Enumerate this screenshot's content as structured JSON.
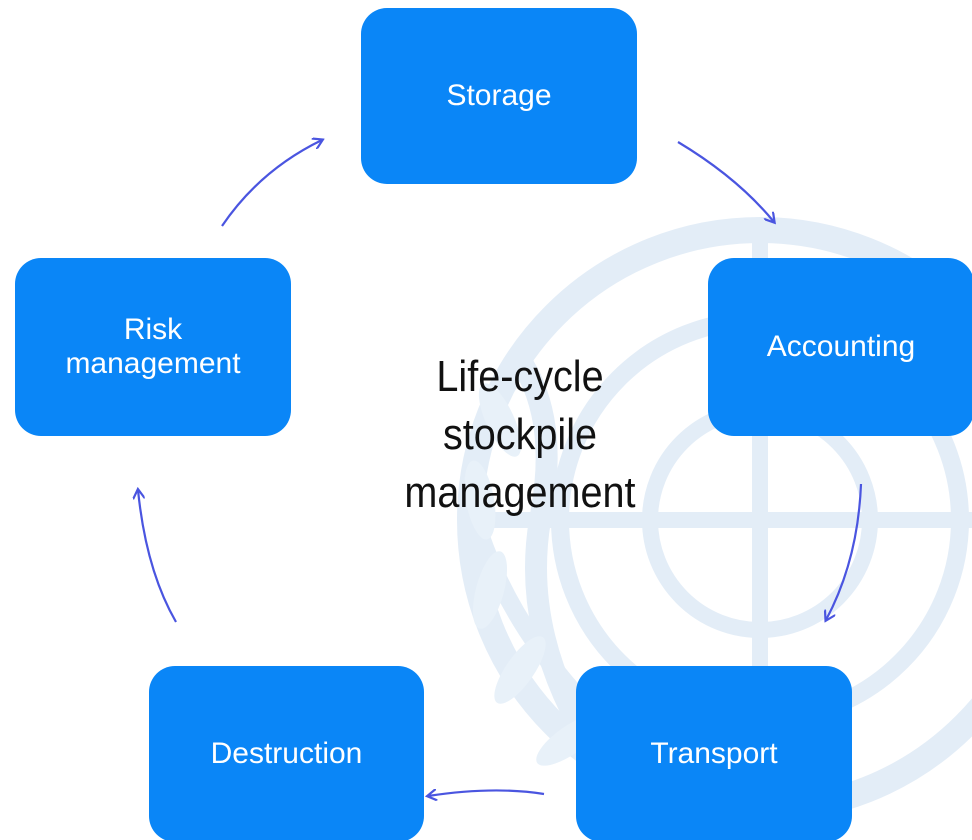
{
  "diagram": {
    "center_label": "Life-cycle\nstockpile\nmanagement",
    "colors": {
      "node_fill": "#0a86f7",
      "node_text": "#ffffff",
      "arrow": "#4a55e0",
      "watermark": "#e3edf7"
    },
    "nodes": [
      {
        "id": "storage",
        "label": "Storage"
      },
      {
        "id": "accounting",
        "label": "Accounting"
      },
      {
        "id": "transport",
        "label": "Transport"
      },
      {
        "id": "destruction",
        "label": "Destruction"
      },
      {
        "id": "risk-management",
        "label": "Risk\nmanagement"
      }
    ],
    "edges": [
      {
        "from": "storage",
        "to": "accounting"
      },
      {
        "from": "accounting",
        "to": "transport"
      },
      {
        "from": "transport",
        "to": "destruction"
      },
      {
        "from": "destruction",
        "to": "risk-management"
      },
      {
        "from": "risk-management",
        "to": "storage"
      }
    ],
    "watermark_icon": "un-emblem-icon"
  }
}
